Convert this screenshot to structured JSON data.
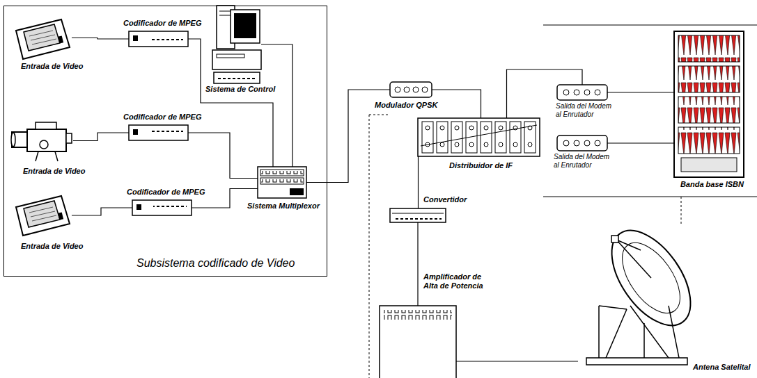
{
  "diagram": {
    "nodes": [
      {
        "text": [
          "Subsistema codificado de Video"
        ]
      },
      {
        "text": [
          "Entrada de Video"
        ],
        "in": 0
      },
      {
        "text": [
          "Codificador de MPEG"
        ],
        "in": 0
      },
      {
        "text": [
          "Sistema de Control"
        ],
        "in": 0
      },
      {
        "text": [
          "Entrada de Video"
        ],
        "in": 0
      },
      {
        "text": [
          "Codificador de MPEG"
        ],
        "in": 0
      },
      {
        "text": [
          "Sistema Multiplexor"
        ],
        "in": 0
      },
      {
        "text": [
          "Entrada de Video"
        ],
        "in": 0
      },
      {
        "text": [
          "Codificador de MPEG"
        ],
        "in": 0
      },
      {
        "text": [
          "Modulador QPSK"
        ]
      },
      {
        "text": [
          "Salida del Modem al Enrutador"
        ]
      },
      {
        "text": [
          "Salida del Modem al Enrutador"
        ]
      },
      {
        "text": [
          "Banda base ISBN"
        ]
      },
      {
        "text": [
          "Distribuidor de IF"
        ]
      },
      {
        "text": [
          "Convertidor"
        ]
      },
      {
        "text": [
          "Amplificador de Alta de Potencia"
        ]
      },
      {
        "text": [
          "Antena Satelital"
        ]
      }
    ],
    "edges": [
      {
        "from": 1,
        "to": 2,
        "arrow": "none"
      },
      {
        "from": 4,
        "to": 5,
        "arrow": "none"
      },
      {
        "from": 7,
        "to": 8,
        "arrow": "none"
      },
      {
        "from": 2,
        "to": 6,
        "arrow": "none"
      },
      {
        "from": 5,
        "to": 6,
        "arrow": "none"
      },
      {
        "from": 8,
        "to": 6,
        "arrow": "none"
      },
      {
        "from": 3,
        "to": 6,
        "arrow": "none"
      },
      {
        "from": 6,
        "to": 9,
        "arrow": "none"
      },
      {
        "from": 9,
        "to": 13,
        "arrow": "none"
      },
      {
        "from": 13,
        "to": 10,
        "arrow": "none"
      },
      {
        "from": 10,
        "to": 12,
        "arrow": "none"
      },
      {
        "from": 11,
        "to": 12,
        "arrow": "none"
      },
      {
        "from": 13,
        "to": 14,
        "arrow": "none"
      },
      {
        "from": 14,
        "to": 15,
        "arrow": "none"
      },
      {
        "from": 15,
        "to": 16,
        "arrow": "none"
      }
    ]
  }
}
